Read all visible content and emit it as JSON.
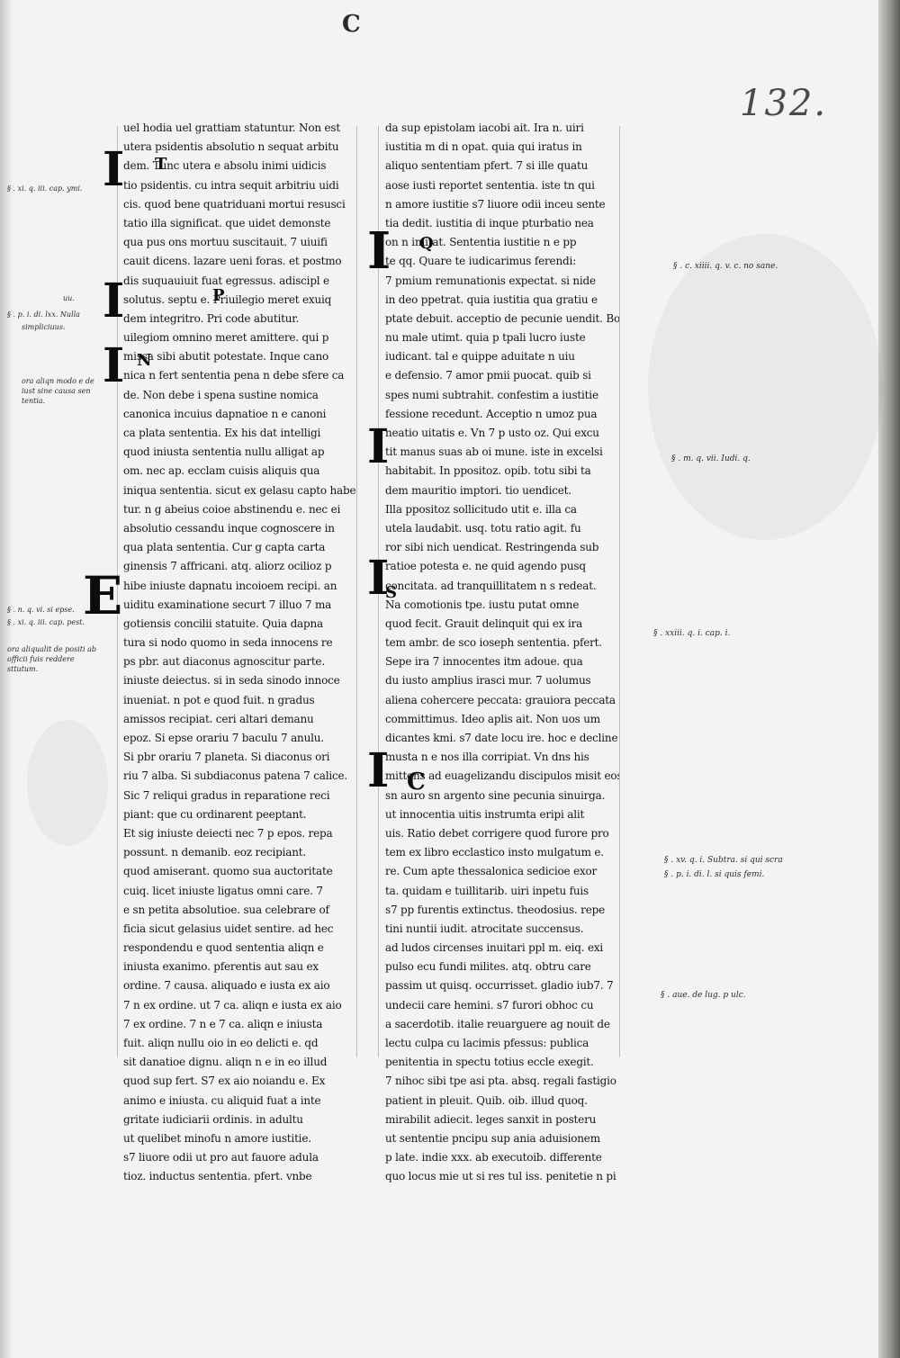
{
  "header": {
    "top_mark": "C",
    "folio": "132."
  },
  "column_left": [
    "uel hodia uel grattiam statuntur. Non est",
    "utera psidentis absolutio n sequat arbitu",
    "dem. Tunc utera e absolu inimi uidicis",
    "tio psidentis. cu intra sequit arbitriu uidi",
    "cis. quod bene quatriduani mortui resusci",
    "tatio illa significat. que uidet demonste",
    "qua pus ons mortuu suscitauit. 7 uiuifi",
    "cauit dicens. lazare ueni foras. et postmo",
    "dis suquauiuit fuat egressus. adiscipl e",
    "solutus. septu e. Priuilegio meret exuiq",
    "dem integritro. Pri code abutitur.",
    "uilegiom omnino meret amittere. qui p",
    "missa sibi abutit potestate. Inque cano",
    "nica n fert sententia pena n debe sfere ca",
    "de. Non debe i spena sustine nomica",
    "canonica incuius dapnatioe n e canoni",
    "ca plata sententia. Ex his dat intelligi",
    "quod iniusta sententia nullu alligat ap",
    "om. nec ap. ecclam cuisis aliquis qua",
    "iniqua sententia. sicut ex gelasu capto habe",
    "tur. n g abeius coioe abstinendu e. nec ei",
    "absolutio cessandu inque cognoscere in",
    "qua plata sententia. Cur g capta carta",
    "ginensis 7 affricani. atq. aliorz ocilioz p",
    "hibe iniuste dapnatu incoioem recipi. an",
    "uiditu examinatione securt 7 illuo 7 ma",
    "gotiensis concilii statuite. Quia dapna",
    "tura si nodo quomo in seda innocens re",
    "ps pbr. aut diaconus agnoscitur parte.",
    "iniuste deiectus. si in seda sinodo innoce",
    "inueniat. n pot e quod fuit. n gradus",
    "amissos recipiat. ceri altari demanu",
    "epoz. Si epse orariu 7 baculu 7 anulu.",
    "Si pbr orariu 7 planeta. Si diaconus ori",
    "riu 7 alba. Si subdiaconus patena 7 calice.",
    "Sic 7 reliqui gradus in reparatione reci",
    "piant: que cu ordinarent peeptant.",
    "Et sig iniuste deiecti nec 7 p epos. repa",
    "possunt. n demanib. eoz recipiant.",
    "quod amiserant. quomo sua auctoritate",
    "cuiq. licet iniuste ligatus omni care. 7",
    "e sn petita absolutioe. sua celebrare of",
    "ficia sicut gelasius uidet sentire. ad hec",
    "respondendu e quod sententia aliqn e",
    "iniusta exanimo. pferentis aut sau ex",
    "ordine. 7 causa. aliquado e iusta ex aio",
    "7 n ex ordine. ut 7 ca. aliqn e iusta ex aio",
    "7 ex ordine. 7 n e 7 ca. aliqn e iniusta",
    "fuit. aliqn nullu oio in eo delicti e. qd",
    "sit danatioe dignu. aliqn n e in eo illud",
    "quod sup fert. S7 ex aio noiandu e. Ex",
    "animo e iniusta. cu aliquid fuat a inte",
    "gritate iudiciarii ordinis. in adultu",
    "ut quelibet minofu n amore iustitie.",
    "s7 liuore odii ut pro aut fauore adula",
    "tioz. inductus sententia. pfert. vnbe"
  ],
  "column_right": [
    "da sup epistolam iacobi ait. Ira n. uiri",
    "iustitia m di n opat. quia qui iratus in",
    "aliquo sententiam pfert. 7 si ille quatu",
    "aose iusti reportet sententia. iste tn qui",
    "n amore iustitie s7 liuore odii inceu sente",
    "tia dedit. iustitia di inque pturbatio nea",
    "on n imitat. Sententia iustitie n e pp",
    "te qq. Quare te iudicarimus ferendi:",
    "7 pmium remunationis expectat. si nide",
    "in deo ppetrat. quia iustitia qua gratiu e",
    "ptate debuit. acceptio de pecunie uendit. Bo",
    "nu male utimt. quia p tpali lucro iuste",
    "iudicant. tal e quippe aduitate n uiu",
    "e defensio. 7 amor pmii puocat. quib si",
    "spes numi subtrahit. confestim a iustitie",
    "fessione recedunt. Acceptio n umoz pua",
    "neatio uitatis e. Vn 7 p usto oz. Qui excu",
    "tit manus suas ab oi mune. iste in excelsi",
    "habitabit. In ppositoz. opib. totu sibi ta",
    "dem mauritio imptori. tio uendicet.",
    "Illa ppositoz sollicitudo utit e. illa ca",
    "utela laudabit. usq. totu ratio agit. fu",
    "ror sibi nich uendicat. Restringenda sub",
    "ratioe potesta e. ne quid agendo pusq",
    "concitata. ad tranquillitatem n s redeat.",
    "Na comotionis tpe. iustu putat omne",
    "quod fecit. Grauit delinquit qui ex ira",
    "tem ambr. de sco ioseph sententia. pfert.",
    "Sepe ira 7 innocentes itm adoue. qua",
    "du iusto amplius irasci mur. 7 uolumus",
    "aliena cohercere peccata: grauiora peccata",
    "committimus. Ideo aplis ait. Non uos um",
    "dicantes kmi. s7 date locu ire. hoc e decline",
    "musta n e nos illa corripiat. Vn dns his",
    "mittens ad euagelizandu discipulos misit eos",
    "sn auro sn argento sine pecunia sinuirga.",
    "ut innocentia uitis instrumta eripi alit",
    "uis. Ratio debet corrigere quod furore pro",
    "tem ex libro ecclastico insto mulgatum e.",
    "re. Cum apte thessalonica sedicioe exor",
    "ta. quidam e tuillitarib. uiri inpetu fuis",
    "s7 pp furentis extinctus. theodosius. repe",
    "tini nuntii iudit. atrocitate succensus.",
    "ad ludos circenses inuitari ppl m. eiq. exi",
    "pulso ecu fundi milites. atq. obtru care",
    "passim ut quisq. occurrisset. gladio iub7. 7",
    "undecii care hemini. s7 furori obhoc cu",
    "a sacerdotib. italie reuarguere ag nouit de",
    "lectu culpa cu lacimis pfessus: publica",
    "penitentia in spectu totius eccle exegit.",
    "7 nihoc sibi tpe asi pta. absq. regali fastigio",
    "patient in pleuit. Quib. oib. illud quoq.",
    "mirabilit adiecit. leges sanxit in posteru",
    "ut sententie pncipu sup ania aduisionem",
    "p late. indie xxx. ab executoib. differente",
    "quo locus mie ut si res tul iss. penitetie n pi"
  ],
  "initials": {
    "col1_first": "I",
    "col1_t": "T",
    "col1_second": "I",
    "col1_p": "P",
    "col1_third": "I",
    "col1_n": "N",
    "col1_big": "E",
    "col2_first": "I",
    "col2_q": "Q",
    "col2_second": "I",
    "col2_third": "I",
    "col2_s": "S",
    "col2_fourth": "I",
    "col2_c": "C"
  },
  "glosses_left": {
    "g1": "§ . xi. q. iii. cap. ymi.",
    "g2": "uu.",
    "g3": "§ . p. i. di. lxx. Nulla",
    "g4": "simpliciuus.",
    "g5": "ora aliqn modo e de iust sine causa sen tentia.",
    "g6": "§ . n. q. vi. si epse.",
    "g7": "§ . xi. q. iii. cap. pest.",
    "g8": "ora aliqualit de positi ab officii fuis reddere sttutum."
  },
  "glosses_right": {
    "r1": "§ . c. xiiii. q. v. c. no sane.",
    "r2": "§ . m. q. vii. Iudi. q.",
    "r3": "§ . xxiii. q. i. cap. i.",
    "r4": "§ . xv. q. i. Subtra. si qui scra",
    "r5": "§ . p. i. di. l. si quis femi.",
    "r6": "§ . aue. de lug. p ulc."
  }
}
